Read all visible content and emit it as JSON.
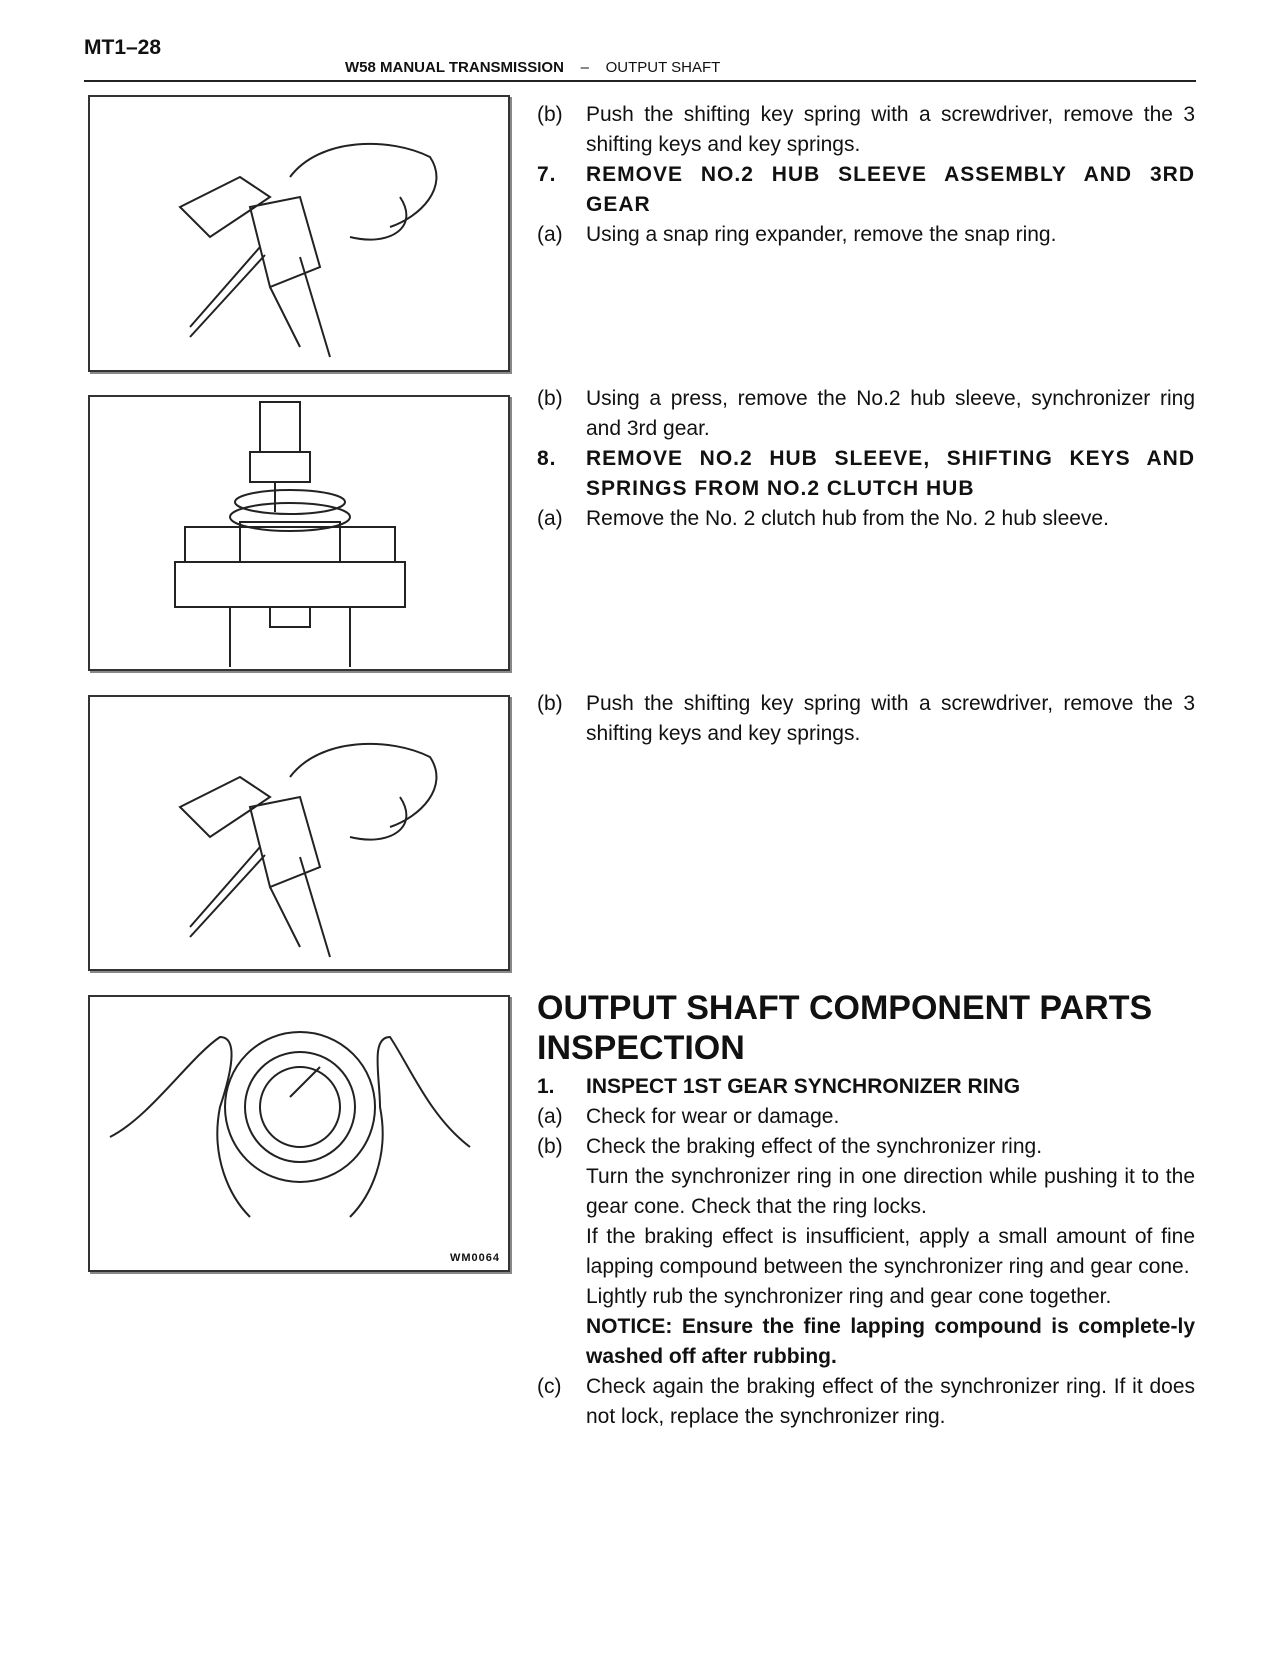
{
  "header": {
    "page_number": "MT1–28",
    "section": "W58 MANUAL TRANSMISSION",
    "separator": "–",
    "subsection": "OUTPUT SHAFT"
  },
  "figures": [
    {
      "code": ""
    },
    {
      "code": ""
    },
    {
      "code": ""
    },
    {
      "code": "WM0064"
    }
  ],
  "block1": [
    {
      "label": "(b)",
      "text": "Push the shifting key spring with a screwdriver, remove the 3 shifting keys and key springs."
    },
    {
      "label": "7.",
      "text": "REMOVE NO.2 HUB SLEEVE ASSEMBLY AND 3RD GEAR"
    },
    {
      "label": "(a)",
      "text": "Using a snap ring expander, remove the snap ring."
    }
  ],
  "block2": [
    {
      "label": "(b)",
      "text": "Using a press, remove the No.2 hub sleeve, synchronizer ring and 3rd gear."
    },
    {
      "label": "8.",
      "text": "REMOVE NO.2 HUB SLEEVE, SHIFTING KEYS AND SPRINGS FROM NO.2 CLUTCH HUB"
    },
    {
      "label": "(a)",
      "text": "Remove the No. 2 clutch hub from the No. 2 hub sleeve."
    }
  ],
  "block3": [
    {
      "label": "(b)",
      "text": "Push the shifting key spring with a screwdriver, remove the 3 shifting keys and key springs."
    }
  ],
  "block4": {
    "heading": "OUTPUT SHAFT COMPONENT PARTS INSPECTION",
    "step_label": "1.",
    "step_text": "INSPECT 1ST GEAR SYNCHRONIZER RING",
    "a_label": "(a)",
    "a_text": "Check for wear or damage.",
    "b_label": "(b)",
    "b_text": "Check the braking effect of the synchronizer ring.",
    "b_p1": "Turn the synchronizer ring in one direction while pushing it to the gear cone. Check that the ring locks.",
    "b_p2": "If the braking effect is insufficient, apply a small amount of fine lapping compound between the synchronizer ring and gear cone.",
    "b_p3": "Lightly rub the synchronizer ring and gear cone together.",
    "notice": "NOTICE: Ensure the fine lapping compound is complete-ly washed off after rubbing.",
    "c_label": "(c)",
    "c_text": "Check again the braking effect of the synchronizer ring. If it does not lock, replace the synchronizer ring."
  }
}
